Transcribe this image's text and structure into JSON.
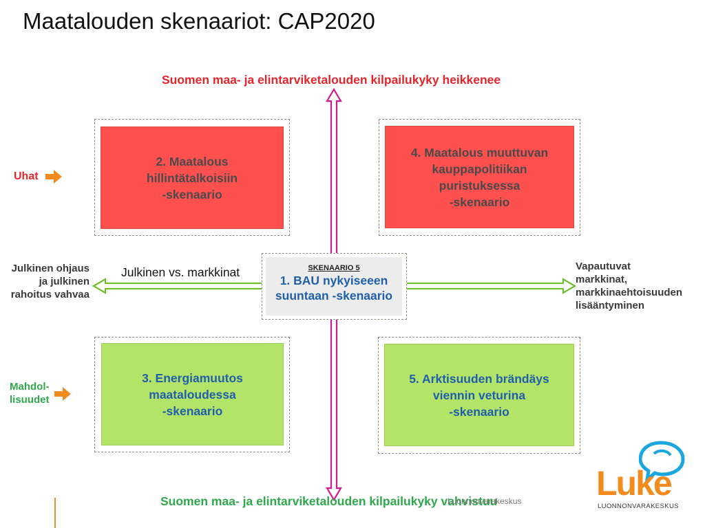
{
  "title": "Maatalouden skenaariot: CAP2020",
  "axes": {
    "top": "Suomen maa- ja elintarviketalouden kilpailukyky heikkenee",
    "bottom": "Suomen maa- ja elintarviketalouden kilpailukyky vahvistuu",
    "left_lines": [
      "Julkinen ohjaus",
      "ja julkinen",
      "rahoitus vahvaa"
    ],
    "right_lines": [
      "Vapautuvat",
      "markkinat,",
      "markkinaehtoisuuden",
      "lisääntyminen"
    ],
    "horizontal_axis_name": "Julkinen vs. markkinat"
  },
  "side_labels": {
    "threats": "Uhat",
    "opportunities_lines": [
      "Mahdol-",
      "lisuudet"
    ]
  },
  "center": {
    "heading": "SKENAARIO 5",
    "line1_bold": "1. BAU",
    "line1_light": "nykyiseeen",
    "line2": "suuntaan -skenaario"
  },
  "quadrants": [
    {
      "lines": [
        "2. Maatalous",
        "hillintätalkoisiin",
        "-skenaario"
      ],
      "color": "#ff5050"
    },
    {
      "lines": [
        "4. Maatalous muuttuvan",
        "kauppapolitiikan",
        "puristuksessa",
        "-skenaario"
      ],
      "color": "#ff5050"
    },
    {
      "lines": [
        "3. Energiamuutos",
        "maataloudessa",
        "-skenaario"
      ],
      "color": "#b3e468"
    },
    {
      "lines": [
        "5. Arktisuuden brändäys",
        "viennin veturina",
        "-skenaario"
      ],
      "color": "#b3e468"
    }
  ],
  "colors": {
    "vertical_arrow": "#d0188f",
    "horizontal_arrow": "#6cbf2a",
    "side_arrow": "#f28b1e",
    "logo": "#f28b1e",
    "logo_bubble": "#1aa6df"
  },
  "footer": {
    "watermark": "Luonnonvarakeskus"
  },
  "logo": {
    "word": "Luke",
    "subtitle": "LUONNONVARAKESKUS"
  }
}
